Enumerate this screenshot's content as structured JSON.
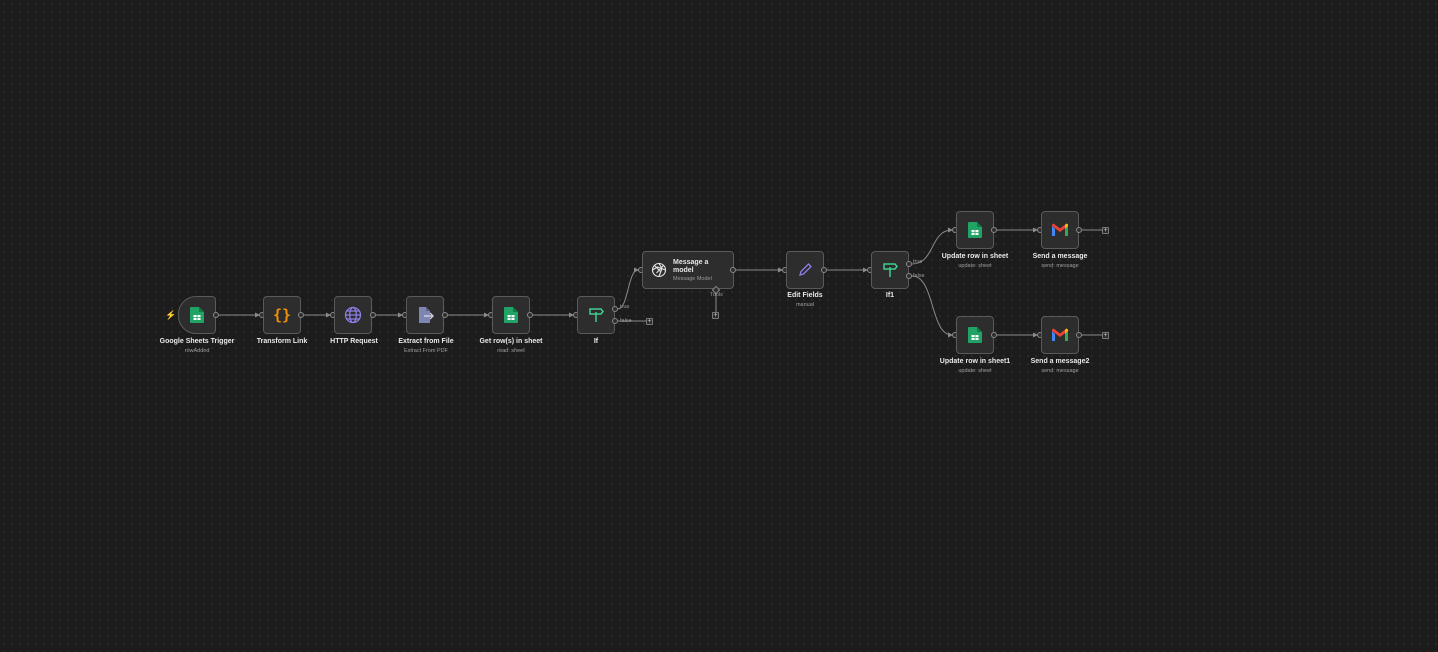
{
  "nodes": {
    "sheets_trigger": {
      "label": "Google Sheets Trigger",
      "sub": "rowAdded",
      "icon": "google-sheets-icon"
    },
    "transform_link": {
      "label": "Transform Link",
      "sub": "",
      "icon": "code-braces-icon"
    },
    "http_request": {
      "label": "HTTP Request",
      "sub": "",
      "icon": "globe-icon"
    },
    "extract_file": {
      "label": "Extract from File",
      "sub": "Extract From PDF",
      "icon": "file-extract-icon"
    },
    "get_rows": {
      "label": "Get row(s) in sheet",
      "sub": "read: sheet",
      "icon": "google-sheets-icon"
    },
    "if": {
      "label": "If",
      "sub": "",
      "icon": "signpost-icon"
    },
    "message_model": {
      "label": "Message a model",
      "sub": "Message Model",
      "icon": "openai-icon"
    },
    "edit_fields": {
      "label": "Edit Fields",
      "sub": "manual",
      "icon": "pencil-icon"
    },
    "if1": {
      "label": "If1",
      "sub": "",
      "icon": "signpost-icon"
    },
    "update_row": {
      "label": "Update row in sheet",
      "sub": "update: sheet",
      "icon": "google-sheets-icon"
    },
    "send_message": {
      "label": "Send a message",
      "sub": "send: message",
      "icon": "gmail-icon"
    },
    "update_row1": {
      "label": "Update row in sheet1",
      "sub": "update: sheet",
      "icon": "google-sheets-icon"
    },
    "send_message2": {
      "label": "Send a message2",
      "sub": "send: message",
      "icon": "gmail-icon"
    }
  },
  "branches": {
    "true": "true",
    "false": "false",
    "tools": "Tools"
  },
  "colors": {
    "canvas_bg": "#1c1c1c",
    "node_bg": "#2d2d2d",
    "node_border": "#5a5a5a",
    "sheets_green": "#21a366",
    "code_orange": "#f29105",
    "http_purple": "#8b7fe6",
    "edge": "#8a8a8a",
    "trigger_bolt": "#ff6d5a"
  }
}
